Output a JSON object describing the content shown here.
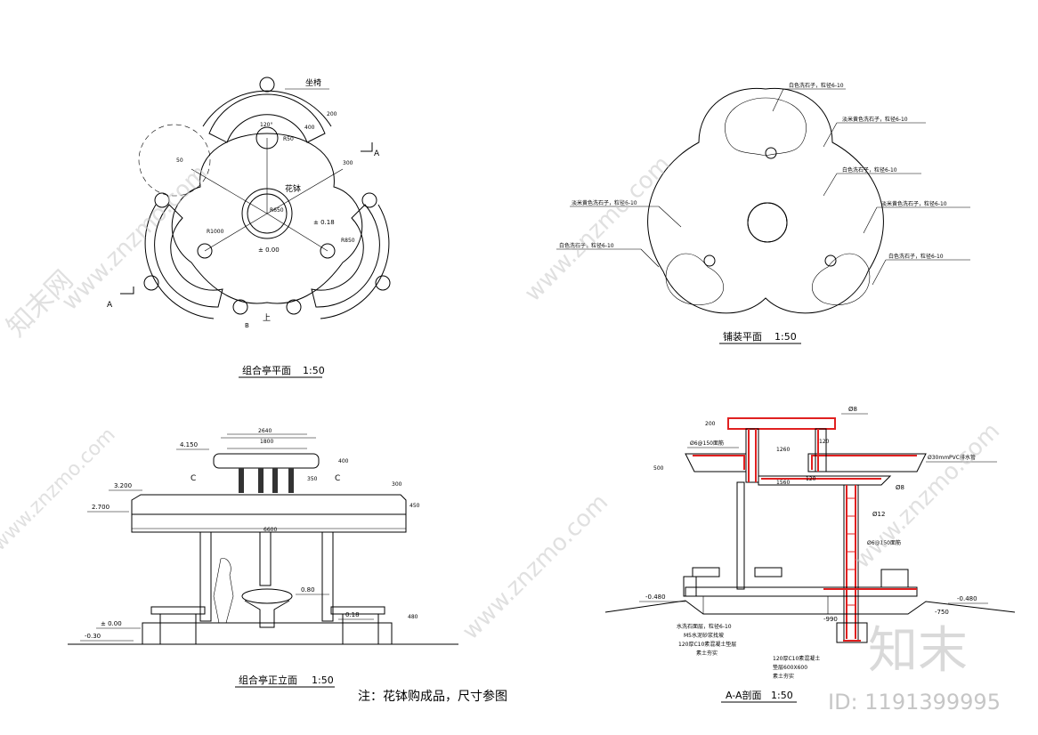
{
  "plan": {
    "title": "组合亭平面",
    "scale": "1:50",
    "labels": {
      "seat": "坐椅",
      "bowl": "花钵",
      "elev_018": "± 0.18",
      "elev_000": "± 0.00",
      "angle": "120°",
      "up": "上",
      "section_mark_a": "A",
      "section_mark_b": "B",
      "dim_200": "200",
      "dim_400": "400",
      "dim_300": "300",
      "dim_r50": "R50",
      "dim_r650": "R650",
      "dim_r1000": "R1000",
      "dim_r850": "R850",
      "dim_50": "50"
    }
  },
  "paving": {
    "title": "铺装平面",
    "scale": "1:50",
    "notes": [
      "白色洗石子，粒径6-10",
      "淡米黄色洗石子，粒径6-10",
      "白色洗石子，粒径6-10",
      "淡米黄色洗石子，粒径6-10",
      "淡米黄色洗石子，粒径6-10",
      "白色洗石子，粒径6-10",
      "白色洗石子，粒径6-10"
    ]
  },
  "elevation": {
    "title": "组合亭正立面",
    "scale": "1:50",
    "levels": [
      "4.150",
      "3.200",
      "2.700",
      "± 0.00",
      "-0.30",
      "0.80",
      "0.18"
    ],
    "dims": [
      "2640",
      "1800",
      "6600",
      "300",
      "450",
      "400",
      "480",
      "350"
    ],
    "section_c": "C",
    "note": "注：花钵购成品，尺寸参图"
  },
  "section": {
    "title": "A-A剖面",
    "scale": "1:50",
    "callouts": [
      "Ø8",
      "Ø6@150面筋",
      "Ø30mmPVC排水管",
      "Ø8",
      "Ø12",
      "Ø6@150面筋"
    ],
    "dims": [
      "200",
      "500",
      "120",
      "1260",
      "1560",
      "120"
    ],
    "levels": [
      "-0.480",
      "-0.480",
      "-990",
      "-750"
    ],
    "layers": [
      "水洗石面层，粒径6-10",
      "M5水泥砂浆找坡",
      "120厚C10素混凝土垫层",
      "素土夯实"
    ],
    "footing": [
      "120厚C10素混凝土",
      "垫层600X600",
      "素土夯实"
    ]
  },
  "watermark": {
    "brand": "知末",
    "site": "www.znzmo.com",
    "net": "知末网",
    "id": "ID: 1191399995"
  }
}
